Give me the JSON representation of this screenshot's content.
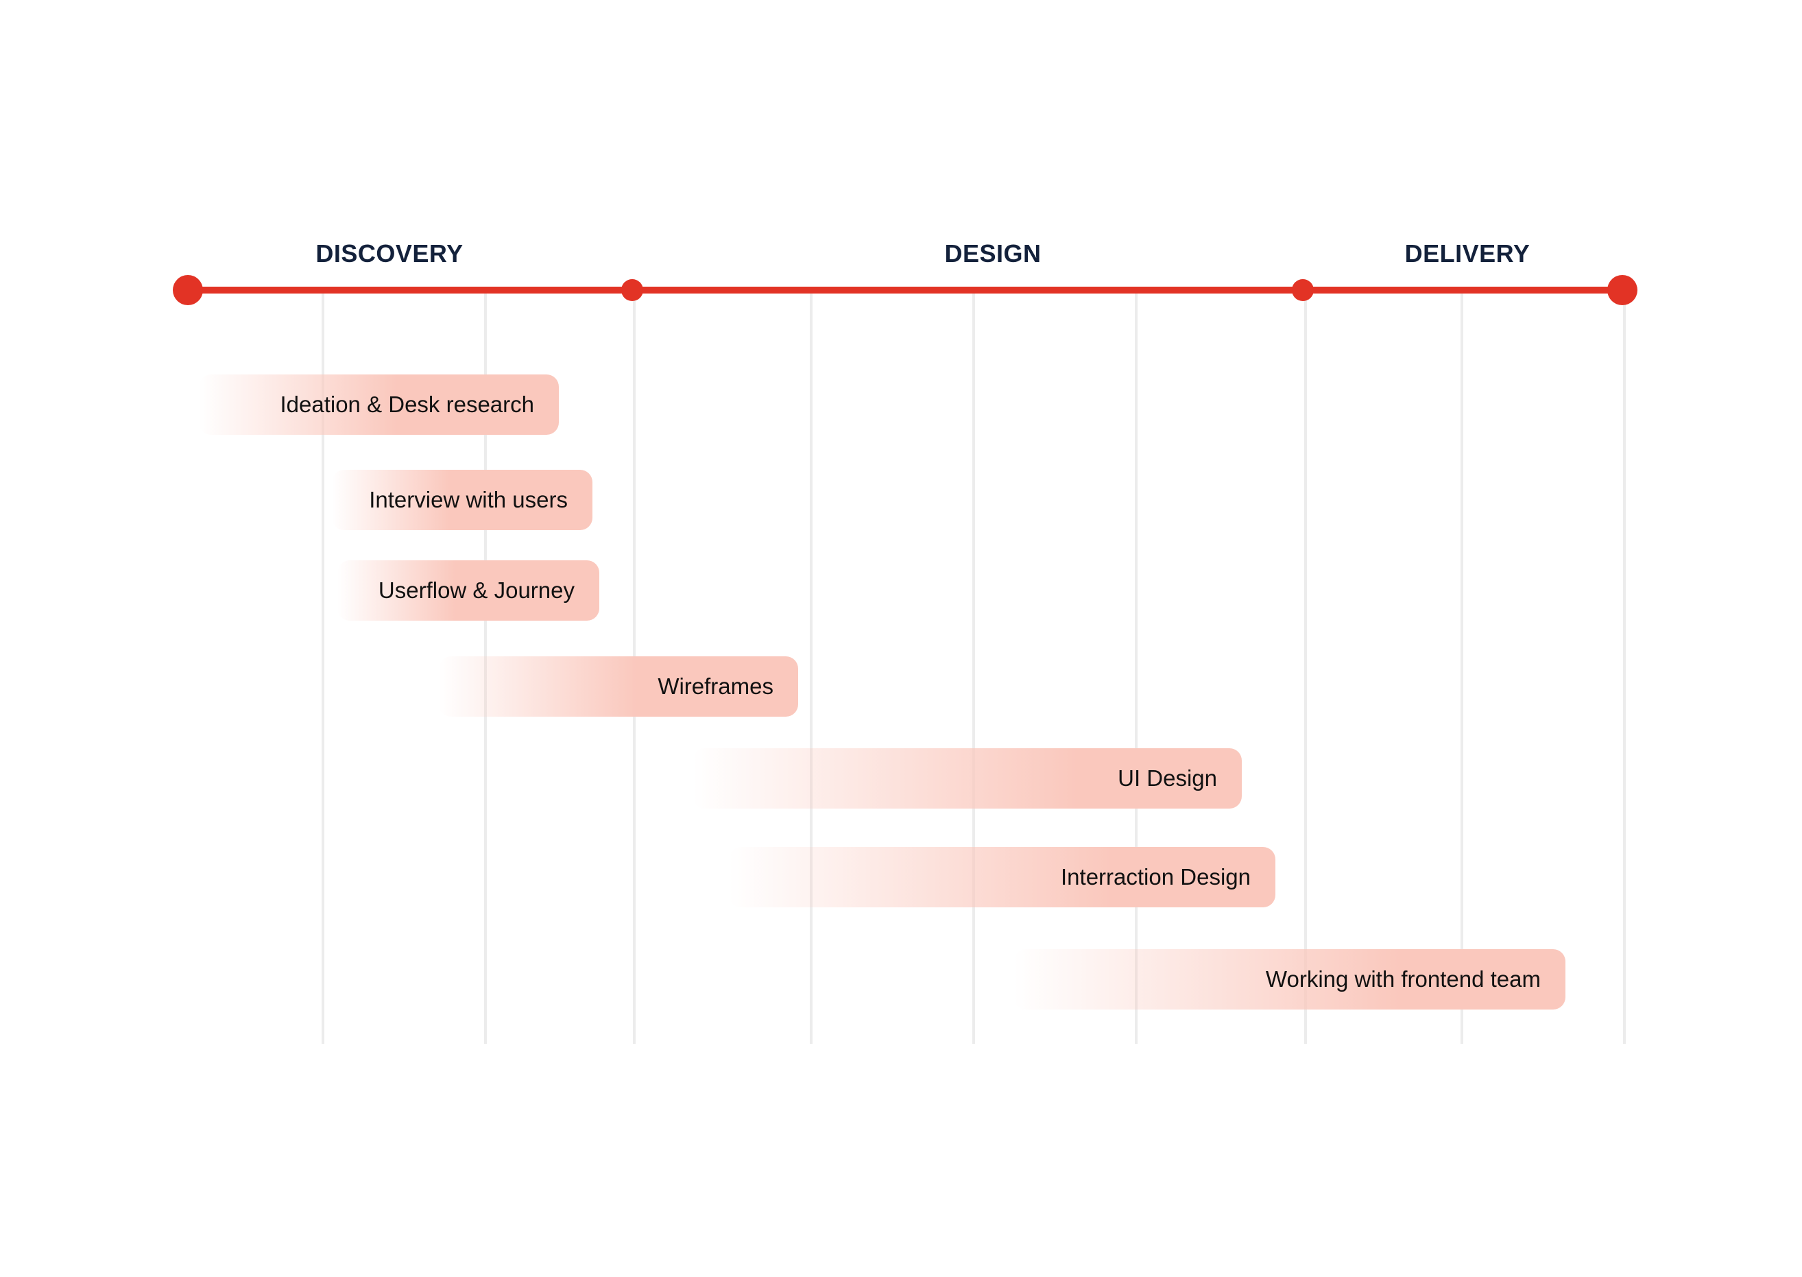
{
  "colors": {
    "accent": "#e23325",
    "grid": "#ececec",
    "heading_text": "#13213b",
    "task_text": "#111111",
    "bar_fill": "#fac8bd",
    "background": "#ffffff"
  },
  "phases": [
    {
      "label": "DISCOVERY"
    },
    {
      "label": "DESIGN"
    },
    {
      "label": "DELIVERY"
    }
  ],
  "tasks": [
    {
      "label": "Ideation & Desk research"
    },
    {
      "label": "Interview with users"
    },
    {
      "label": "Userflow & Journey"
    },
    {
      "label": "Wireframes"
    },
    {
      "label": "UI Design"
    },
    {
      "label": "Interraction Design"
    },
    {
      "label": "Working with frontend team"
    }
  ]
}
